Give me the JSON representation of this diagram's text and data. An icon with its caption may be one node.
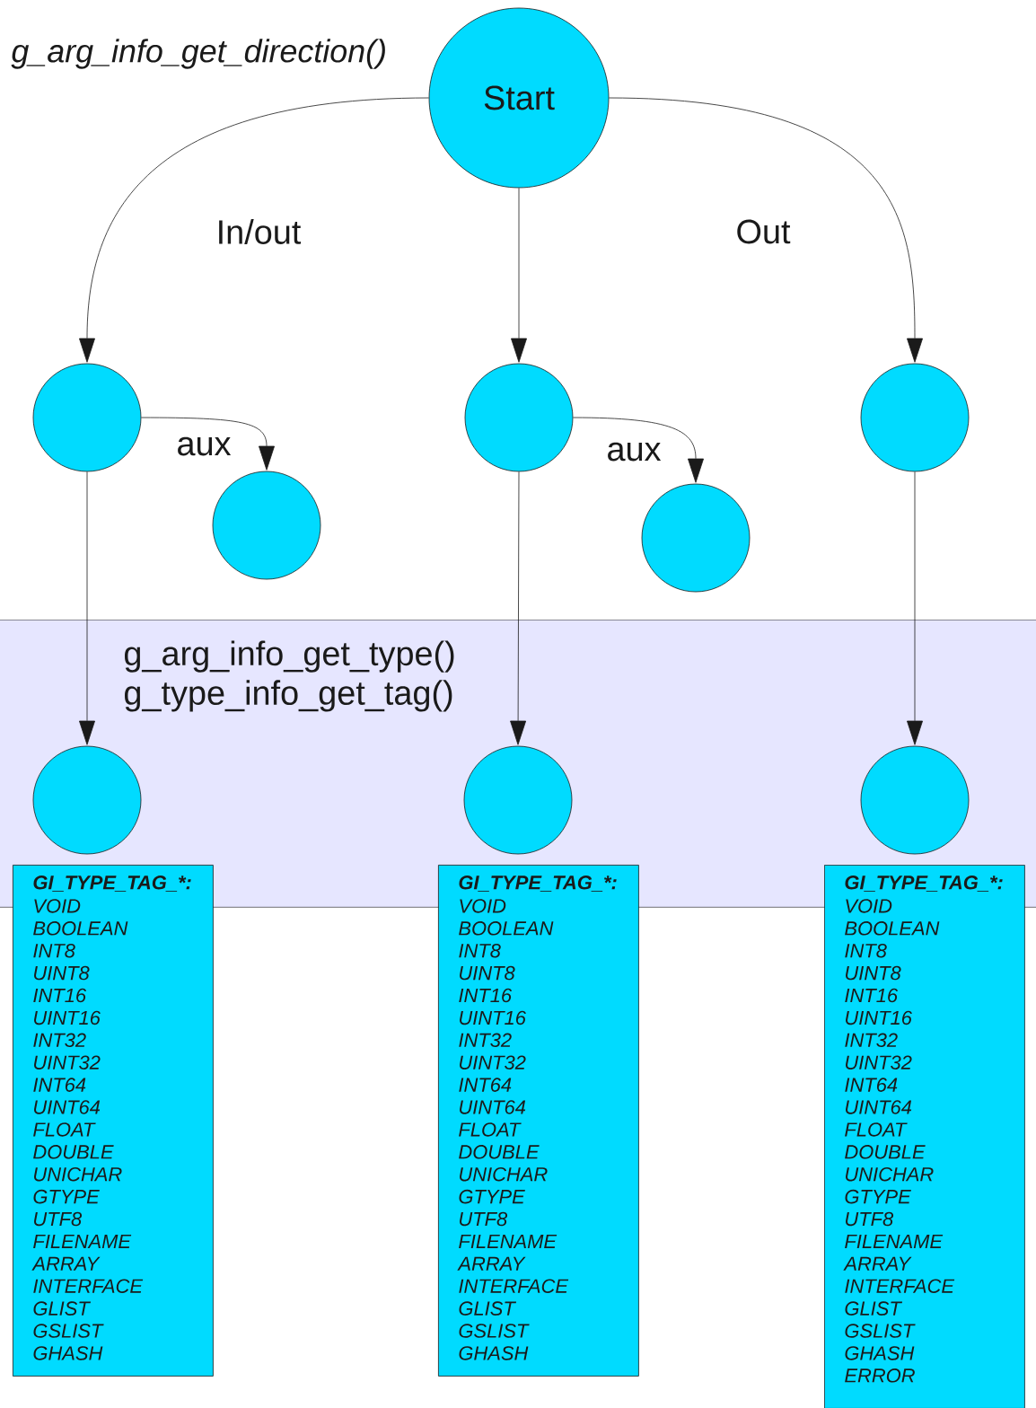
{
  "diagram": {
    "nodes": [
      {
        "text": [
          "Start"
        ]
      },
      {
        "text": [],
        "shape": "circle"
      },
      {
        "text": [],
        "shape": "circle"
      },
      {
        "text": [],
        "shape": "circle"
      },
      {
        "text": [],
        "shape": "circle"
      },
      {
        "text": [],
        "shape": "circle"
      },
      {
        "text": [
          "g_arg_info_get_type() g_type_info_get_tag()"
        ]
      },
      {
        "text": [],
        "shape": "circle",
        "in": 6
      },
      {
        "text": [],
        "shape": "circle",
        "in": 6
      },
      {
        "text": [],
        "shape": "circle",
        "in": 6
      },
      {
        "text": [
          "GI_TYPE_TAG_*:",
          "VOID",
          "BOOLEAN",
          "INT8",
          "UINT8",
          "INT16",
          "UINT16",
          "INT32",
          "UINT32",
          "INT64",
          "UINT64",
          "FLOAT",
          "DOUBLE",
          "UNICHAR",
          "GTYPE",
          "UTF8",
          "FILENAME",
          "ARRAY",
          "INTERFACE",
          "GLIST",
          "GSLIST",
          "GHASH"
        ]
      },
      {
        "text": [
          "GI_TYPE_TAG_*:",
          "VOID",
          "BOOLEAN",
          "INT8",
          "UINT8",
          "INT16",
          "UINT16",
          "INT32",
          "UINT32",
          "INT64",
          "UINT64",
          "FLOAT",
          "DOUBLE",
          "UNICHAR",
          "GTYPE",
          "UTF8",
          "FILENAME",
          "ARRAY",
          "INTERFACE",
          "GLIST",
          "GSLIST",
          "GHASH"
        ]
      },
      {
        "text": [
          "GI_TYPE_TAG_*:",
          "VOID",
          "BOOLEAN",
          "INT8",
          "UINT8",
          "INT16",
          "UINT16",
          "INT32",
          "UINT32",
          "INT64",
          "UINT64",
          "FLOAT",
          "DOUBLE",
          "UNICHAR",
          "GTYPE",
          "UTF8",
          "FILENAME",
          "ARRAY",
          "INTERFACE",
          "GLIST",
          "GSLIST",
          "GHASH",
          "ERROR"
        ]
      }
    ],
    "edges": [
      {
        "from": 0,
        "to": 1,
        "arrow": "to",
        "label": "In/out"
      },
      {
        "from": 0,
        "to": 3,
        "arrow": "to"
      },
      {
        "from": 0,
        "to": 5,
        "arrow": "to",
        "label": "Out"
      },
      {
        "from": 1,
        "to": 2,
        "arrow": "to",
        "label": "aux"
      },
      {
        "from": 3,
        "to": 4,
        "arrow": "to",
        "label": "aux"
      },
      {
        "from": 1,
        "to": 7,
        "arrow": "to"
      },
      {
        "from": 3,
        "to": 8,
        "arrow": "to"
      },
      {
        "from": 5,
        "to": 9,
        "arrow": "to"
      }
    ],
    "labels": [
      "g_arg_info_get_direction()"
    ]
  }
}
